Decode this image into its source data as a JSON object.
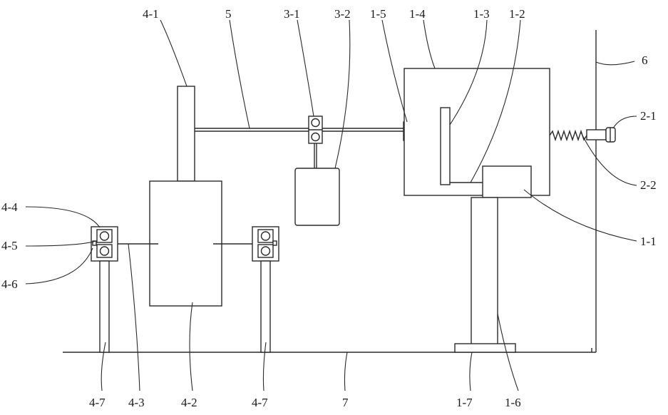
{
  "diagram": {
    "components": {
      "motor_4_1": "4-1",
      "shaft_5": "5",
      "bearing_3_1": "3-1",
      "weight_3_2": "3-2",
      "coupling_1_5": "1-5",
      "housing_1_4": "1-4",
      "plate_1_3": "1-3",
      "rod_1_2": "1-2",
      "wall_6": "6",
      "bolt_2_1": "2-1",
      "spring_2_2": "2-2",
      "block_1_1": "1-1",
      "bearing_4_4": "4-4",
      "bearing_4_5": "4-5",
      "bearing_4_6": "4-6",
      "support_left_4_7": "4-7",
      "shaft_4_3": "4-3",
      "gearbox_4_2": "4-2",
      "support_right_4_7": "4-7",
      "base_7": "7",
      "base_plate_1_7": "1-7",
      "column_1_6": "1-6"
    }
  }
}
